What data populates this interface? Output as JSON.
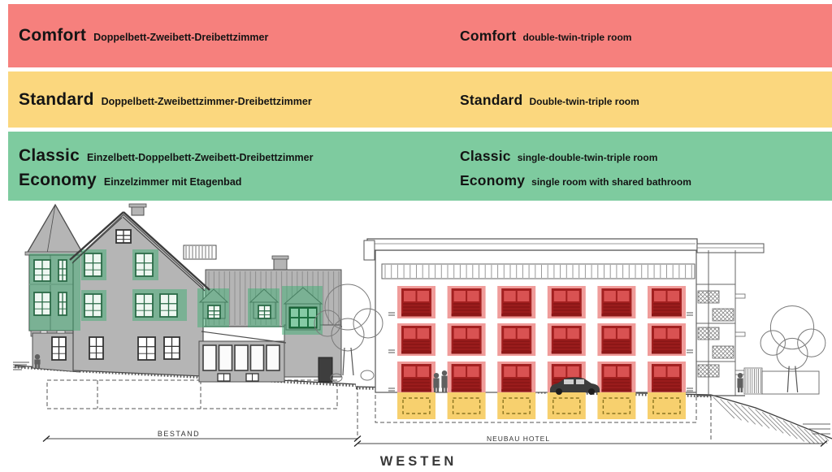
{
  "legend": {
    "bands": [
      {
        "name": "comfort",
        "color": "#f6807d",
        "de": {
          "title": "Comfort",
          "subtitle": "Doppelbett-Zweibett-Dreibettzimmer"
        },
        "en": {
          "title": "Comfort",
          "subtitle": "double-twin-triple room"
        }
      },
      {
        "name": "standard",
        "color": "#fbd77e",
        "de": {
          "title": "Standard",
          "subtitle": "Doppelbett-Zweibettzimmer-Dreibettzimmer"
        },
        "en": {
          "title": "Standard",
          "subtitle": "Double-twin-triple room"
        }
      },
      {
        "name": "classic-economy",
        "color": "#7ecb9f",
        "rows": [
          {
            "de": {
              "title": "Classic",
              "subtitle": "Einzelbett-Doppelbett-Zweibett-Dreibettzimmer"
            },
            "en": {
              "title": "Classic",
              "subtitle": "single-double-twin-triple room"
            }
          },
          {
            "de": {
              "title": "Economy",
              "subtitle": "Einzelzimmer mit Etagenbad"
            },
            "en": {
              "title": "Economy",
              "subtitle": "single room with shared bathroom"
            }
          }
        ]
      }
    ]
  },
  "drawing": {
    "labels": {
      "existing_building": "BESTAND",
      "new_building": "NEUBAU HOTEL",
      "orientation": "WESTEN"
    },
    "hotel": {
      "window_columns": 6,
      "comfort_rows": 3,
      "standard_ground_units": 6
    },
    "bestand": {
      "classic_highlight_patches": 8
    },
    "colors": {
      "line": "#4d4d4d",
      "line_light": "#8e8e8e",
      "house_fill": "#b5b5b5",
      "green_hl": "#3fae73",
      "green_win_stroke": "#2a6a46",
      "green_win_fill": "#eef7f1",
      "green_dark_frame": "#1c6f40",
      "green_dark_pane": "#85caa5",
      "red_hl": "#f09c9a",
      "red_frame": "#a32020",
      "red_pane": "#d95252",
      "red_slat": "#8c1717",
      "yellow_hl": "#f7d06e",
      "yellow_dash": "#8a7420",
      "silhouette": "#5f5f5f"
    }
  }
}
